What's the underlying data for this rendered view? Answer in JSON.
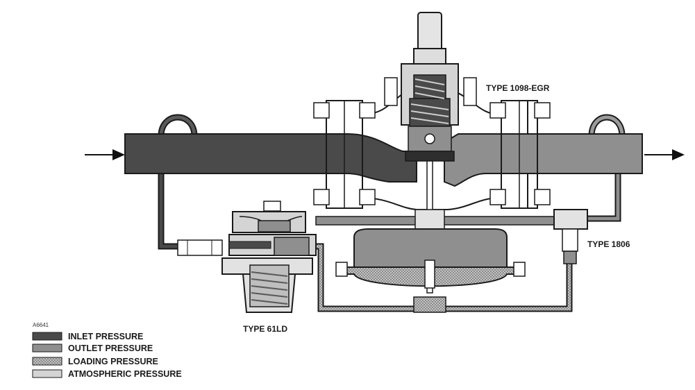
{
  "figure_code": "A6641",
  "components": {
    "main_regulator": "TYPE 1098-EGR",
    "pilot": "TYPE 61LD",
    "restrictor": "TYPE 1806"
  },
  "legend": [
    {
      "label": "INLET PRESSURE",
      "fill": "inlet"
    },
    {
      "label": "OUTLET PRESSURE",
      "fill": "outlet"
    },
    {
      "label": "LOADING PRESSURE",
      "fill": "loading"
    },
    {
      "label": "ATMOSPHERIC PRESSURE",
      "fill": "atmospheric"
    }
  ],
  "colors": {
    "inlet": "#4a4a4a",
    "outlet": "#8f8f8f",
    "loading_base": "#bdbdbd",
    "atmospheric": "#d4d4d4",
    "outline": "#1a1a1a"
  }
}
